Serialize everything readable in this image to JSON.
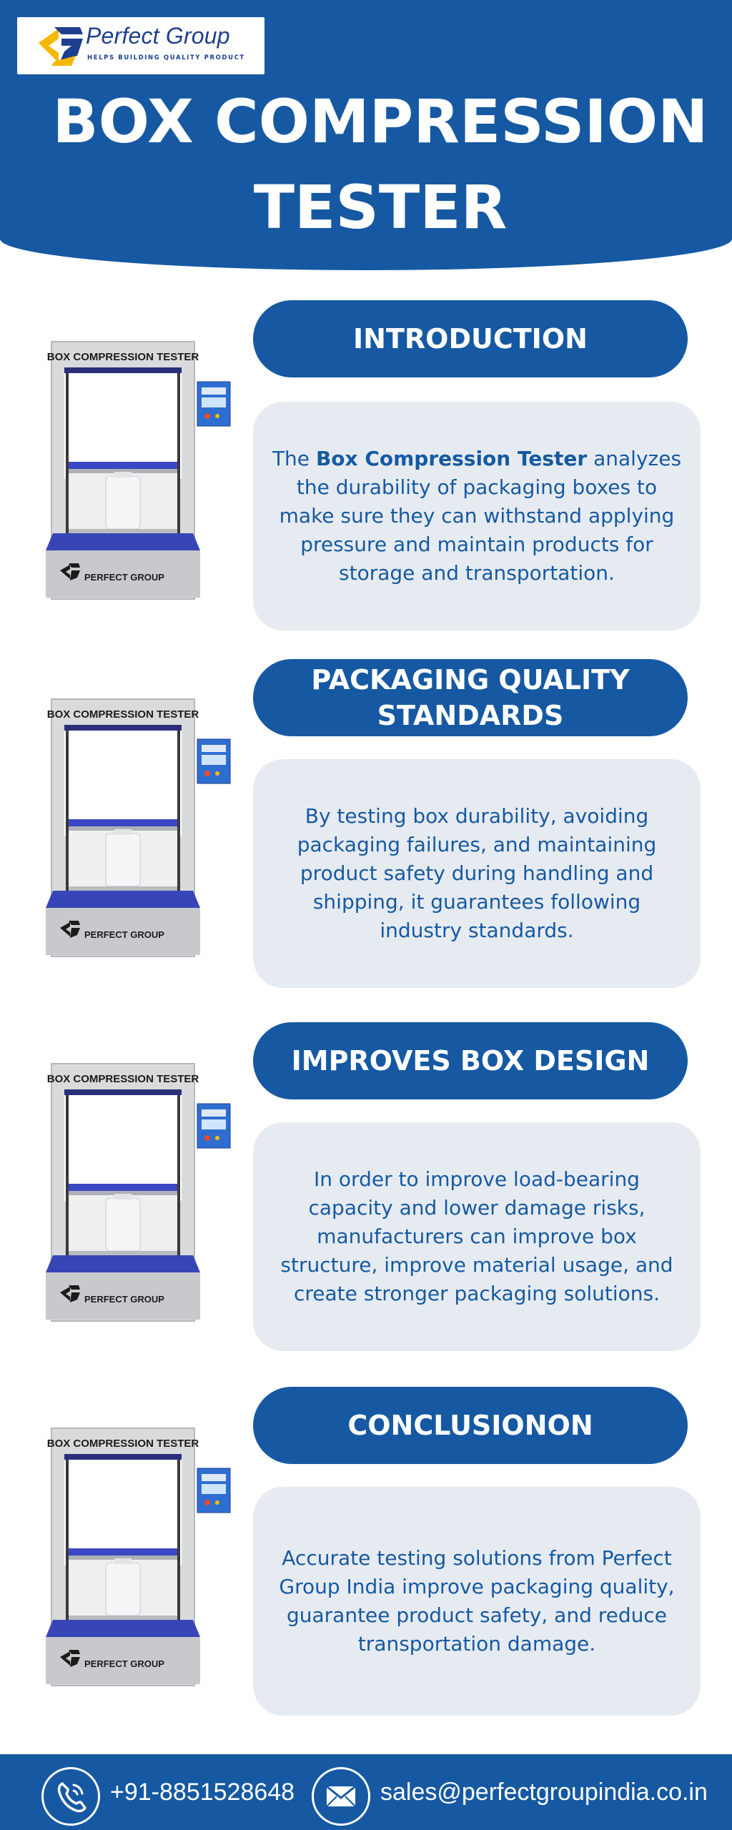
{
  "brand": {
    "name": "Perfect Group",
    "tagline": "HELPS BUILDING QUALITY PRODUCT",
    "colors": {
      "primary": "#1659a2",
      "accent": "#f5b800",
      "card": "#e6ebf1"
    }
  },
  "header": {
    "title_line1": "BOX COMPRESSION",
    "title_line2": "TESTER"
  },
  "machine": {
    "label": "BOX COMPRESSION TESTER",
    "brand": "PERFECT GROUP"
  },
  "sections": [
    {
      "heading": "INTRODUCTION",
      "text_before": "The ",
      "text_bold": "Box Compression Tester",
      "text_after": " analyzes the durability of packaging boxes to make sure they can withstand applying pressure and maintain products for storage and transportation."
    },
    {
      "heading": "PACKAGING QUALITY STANDARDS",
      "text": "By testing box durability, avoiding packaging failures, and maintaining product safety during handling and shipping, it guarantees following industry standards."
    },
    {
      "heading": "IMPROVES BOX DESIGN",
      "text": "In order to improve load-bearing capacity and lower damage risks, manufacturers can improve box structure, improve material usage, and create stronger packaging solutions."
    },
    {
      "heading": "CONCLUSIONON",
      "text": "Accurate testing solutions from Perfect Group India improve packaging quality, guarantee product safety, and reduce transportation damage."
    }
  ],
  "footer": {
    "phone": "+91-8851528648",
    "email": "sales@perfectgroupindia.co.in",
    "phone_icon": "phone-icon",
    "email_icon": "envelope-icon"
  }
}
